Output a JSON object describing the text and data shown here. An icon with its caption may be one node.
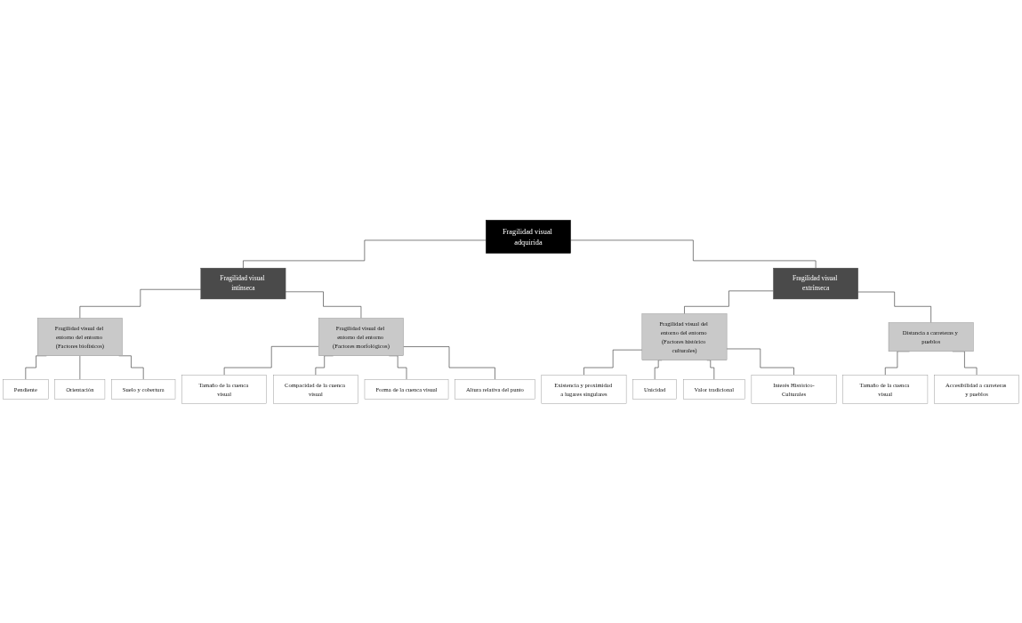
{
  "diagram": {
    "nodes": [
      {
        "text": [
          "Fragilidad visual adquirida"
        ]
      },
      {
        "text": [
          "Fragilidad visual intínseca"
        ]
      },
      {
        "text": [
          "Fragilidad visual extrínseca"
        ]
      },
      {
        "text": [
          "Fragilidad visual del entorno del entorno (Factores biofísicos)"
        ]
      },
      {
        "text": [
          "Pendiente"
        ]
      },
      {
        "text": [
          "Orientación"
        ]
      },
      {
        "text": [
          "Suelo y cobertura"
        ]
      },
      {
        "text": [
          "Fragilidad visual del entorno del entorno (Factores morfológicos)"
        ]
      },
      {
        "text": [
          "Tamaño de la cuenca visual"
        ]
      },
      {
        "text": [
          "Compacidad de la cuenca visual"
        ]
      },
      {
        "text": [
          "Forma de la cuenca visual"
        ]
      },
      {
        "text": [
          "Altura relativa del punto"
        ]
      },
      {
        "text": [
          "Fragilidad visual del entorno del entorno (Factores histórico culturales)"
        ]
      },
      {
        "text": [
          "Existencia y proximidad a lugares singulares"
        ]
      },
      {
        "text": [
          "Unicidad"
        ]
      },
      {
        "text": [
          "Valor tradicional"
        ]
      },
      {
        "text": [
          "Interés Histórico-Culturales"
        ]
      },
      {
        "text": [
          "Distancia a carreteras y pueblos"
        ]
      },
      {
        "text": [
          "Tamaño de la cuenca visual"
        ]
      },
      {
        "text": [
          "Accesibilidad a carreteras y pueblos"
        ]
      }
    ],
    "edges": [
      {
        "from": 0,
        "to": 1,
        "arrow": "none"
      },
      {
        "from": 0,
        "to": 2,
        "arrow": "none"
      },
      {
        "from": 1,
        "to": 3,
        "arrow": "none"
      },
      {
        "from": 1,
        "to": 7,
        "arrow": "none"
      },
      {
        "from": 3,
        "to": 4,
        "arrow": "none"
      },
      {
        "from": 3,
        "to": 5,
        "arrow": "none"
      },
      {
        "from": 3,
        "to": 6,
        "arrow": "none"
      },
      {
        "from": 7,
        "to": 8,
        "arrow": "none"
      },
      {
        "from": 7,
        "to": 9,
        "arrow": "none"
      },
      {
        "from": 7,
        "to": 10,
        "arrow": "none"
      },
      {
        "from": 7,
        "to": 11,
        "arrow": "none"
      },
      {
        "from": 2,
        "to": 12,
        "arrow": "none"
      },
      {
        "from": 2,
        "to": 17,
        "arrow": "none"
      },
      {
        "from": 12,
        "to": 13,
        "arrow": "none"
      },
      {
        "from": 12,
        "to": 14,
        "arrow": "none"
      },
      {
        "from": 12,
        "to": 15,
        "arrow": "none"
      },
      {
        "from": 12,
        "to": 16,
        "arrow": "none"
      },
      {
        "from": 17,
        "to": 18,
        "arrow": "none"
      },
      {
        "from": 17,
        "to": 19,
        "arrow": "none"
      }
    ]
  }
}
